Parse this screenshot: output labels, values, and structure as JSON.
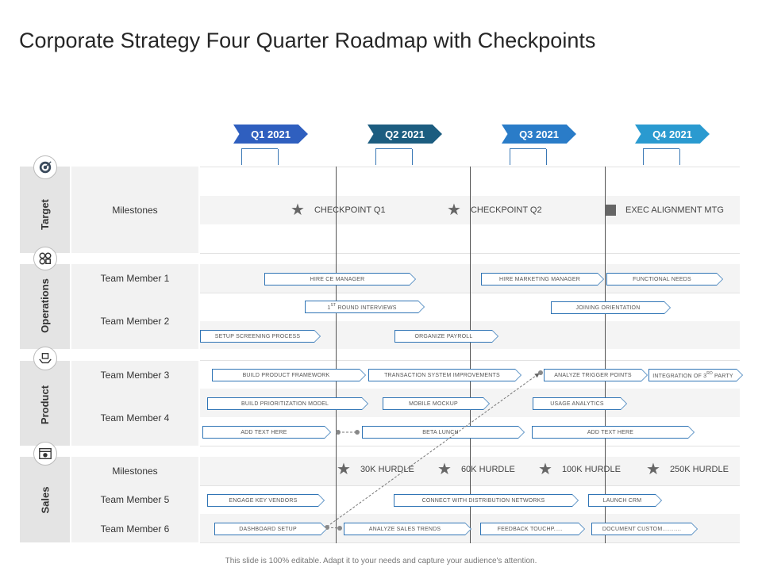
{
  "title": "Corporate Strategy Four Quarter Roadmap with Checkpoints",
  "footer": "This slide is 100% editable. Adapt it to your needs and capture your audience's attention.",
  "colors": {
    "q1": "#2f5fbf",
    "q2": "#1c5d80",
    "q3": "#2a7cc8",
    "q4": "#2a9ad0",
    "bar_border": "#2f74b5"
  },
  "quarters": [
    "Q1 2021",
    "Q2 2021",
    "Q3 2021",
    "Q4 2021"
  ],
  "categories": {
    "target": "Target",
    "operations": "Operations",
    "product": "Product",
    "sales": "Sales"
  },
  "category_icons": [
    "target-icon",
    "gears-icon",
    "hands-box-icon",
    "browser-icon"
  ],
  "subrows": {
    "target_milestones": "Milestones",
    "member1": "Team Member 1",
    "member2": "Team Member 2",
    "member3": "Team Member 3",
    "member4": "Team Member 4",
    "sales_milestones": "Milestones",
    "member5": "Team Member 5",
    "member6": "Team Member 6"
  },
  "target_milestones": {
    "cp1": "CHECKPOINT Q1",
    "cp2": "CHECKPOINT Q2",
    "exec": "EXEC ALIGNMENT MTG"
  },
  "sales_milestones": {
    "h1": "30K HURDLE",
    "h2": "60K HURDLE",
    "h3": "100K HURDLE",
    "h4": "250K HURDLE"
  },
  "tasks": {
    "hire_ce": "HIRE CE MANAGER",
    "hire_mkt": "HIRE MARKETING MANAGER",
    "functional": "FUNCTIONAL NEEDS",
    "round_main": "1",
    "round_sup": "ST",
    "round_rest": " ROUND INTERVIEWS",
    "joining": "JOINING ORIENTATION",
    "screening": "SETUP SCREENING PROCESS",
    "payroll": "ORGANIZE PAYROLL",
    "framework": "BUILD PRODUCT FRAMEWORK",
    "transaction": "TRANSACTION SYSTEM IMPROVEMENTS",
    "trigger": "ANALYZE TRIGGER POINTS",
    "integration_main": "INTEGRATION OF 3",
    "integration_sup": "RD",
    "integration_rest": " PARTY",
    "prioritization": "BUILD PRIORITIZATION MODEL",
    "mockup": "MOBILE MOCKUP",
    "usage": "USAGE ANALYTICS",
    "addtext1": "ADD TEXT HERE",
    "beta": "BETA LUNCH",
    "addtext2": "ADD TEXT HERE",
    "vendors": "ENGAGE KEY VENDORS",
    "connect": "CONNECT WITH DISTRIBUTION NETWORKS",
    "launch": "LAUNCH CRM",
    "dashboard": "DASHBOARD SETUP",
    "sales_trends": "ANALYZE SALES TRENDS",
    "feedback": "FEEDBACK TOUCHP.....",
    "document": "DOCUMENT CUSTOM………."
  }
}
